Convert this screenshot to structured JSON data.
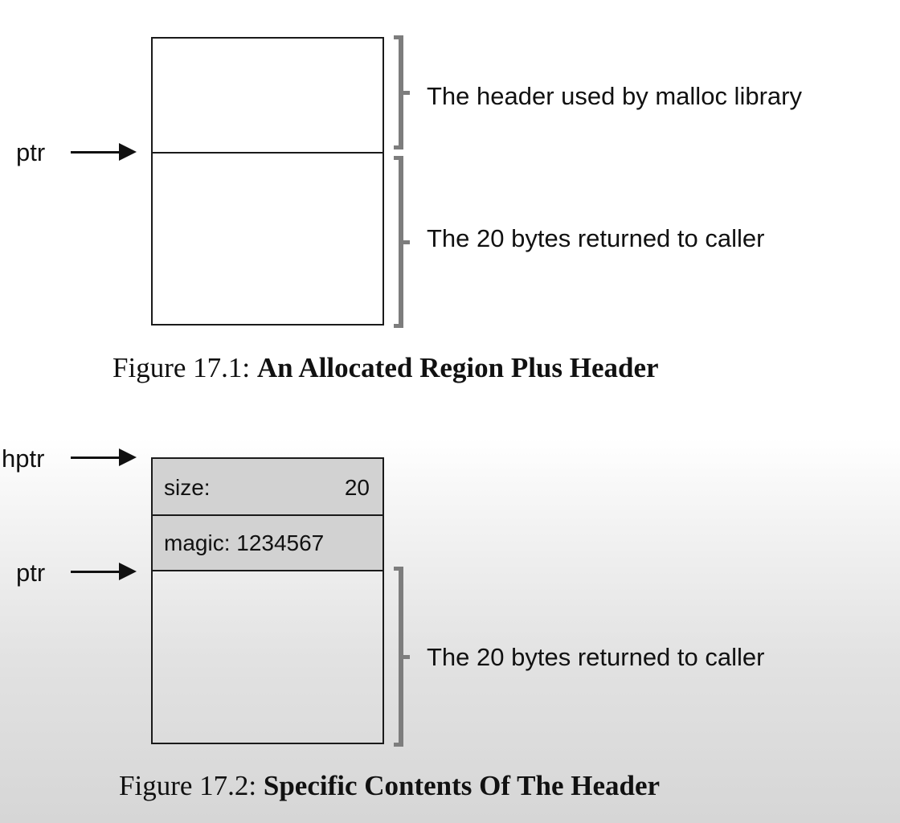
{
  "figure1": {
    "pointer_label": "ptr",
    "header_label": "The header used by malloc library",
    "region_label": "The 20 bytes returned to caller",
    "caption_prefix": "Figure 17.1:",
    "caption_title": "An Allocated Region Plus Header"
  },
  "figure2": {
    "hptr_label": "hptr",
    "ptr_label": "ptr",
    "size_field_label": "size:",
    "size_field_value": "20",
    "magic_field_text": "magic: 1234567",
    "region_label": "The 20 bytes returned to caller",
    "caption_prefix": "Figure 17.2:",
    "caption_title": "Specific Contents Of The Header"
  },
  "colors": {
    "line": "#1a1a1a",
    "bracket": "#7d7d7d",
    "header_cell_fill": "#d2d2d2"
  }
}
